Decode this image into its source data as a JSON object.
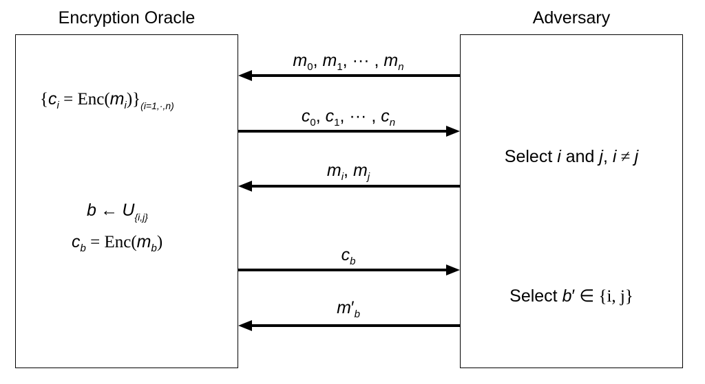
{
  "parties": {
    "oracle": "Encryption Oracle",
    "adversary": "Adversary"
  },
  "oracle_steps": {
    "encrypt_all": {
      "lbrace": "{",
      "c": "c",
      "ci_sub": "i",
      "eq": " = ",
      "enc": "Enc(",
      "m": "m",
      "mi_sub": "i",
      "rparen": ")",
      "rbrace": "}",
      "range": "(i=1,·,n)"
    },
    "sample_b": {
      "b": "b",
      "arrow": " ← ",
      "U": "U",
      "set": "{i,j}"
    },
    "encrypt_b": {
      "c": "c",
      "cb_sub": "b",
      "eq": " = ",
      "enc": "Enc(",
      "m": "m",
      "mb_sub": "b",
      "rparen": ")"
    }
  },
  "adversary_steps": {
    "select_ij": {
      "word_select": "Select ",
      "i": "i",
      "word_and": " and ",
      "j": "j",
      "comma": ", ",
      "i2": "i",
      "neq": " ≠ ",
      "j2": "j"
    },
    "select_bprime": {
      "word_select": "Select ",
      "b": "b",
      "prime": "′",
      "in": " ∈ ",
      "set": "{i, j}"
    }
  },
  "messages": [
    {
      "direction": "to-oracle",
      "label_parts": {
        "m0": "m",
        "s0": "0",
        "sep1": ", ",
        "m1": "m",
        "s1": "1",
        "sep2": ", ··· , ",
        "mn": "m",
        "sn": "n"
      }
    },
    {
      "direction": "to-adversary",
      "label_parts": {
        "c0": "c",
        "s0": "0",
        "sep1": ", ",
        "c1": "c",
        "s1": "1",
        "sep2": ", ··· , ",
        "cn": "c",
        "sn": "n"
      }
    },
    {
      "direction": "to-oracle",
      "label_parts": {
        "mi": "m",
        "si": "i",
        "sep": ", ",
        "mj": "m",
        "sj": "j"
      }
    },
    {
      "direction": "to-adversary",
      "label_parts": {
        "cb": "c",
        "sb": "b"
      }
    },
    {
      "direction": "to-oracle",
      "label_parts": {
        "mb": "m",
        "prime": "′",
        "sb": "b"
      }
    }
  ],
  "colors": {
    "ink": "#000000",
    "background": "#ffffff"
  }
}
